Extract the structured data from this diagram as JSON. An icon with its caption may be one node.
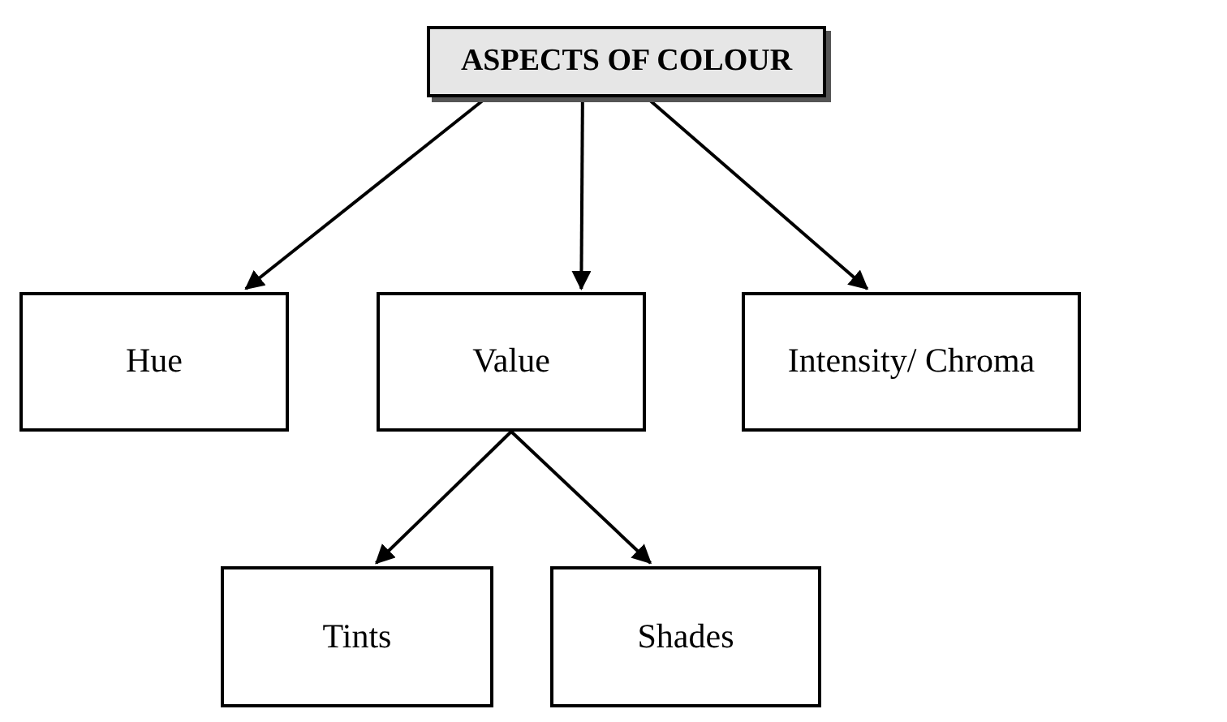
{
  "diagram": {
    "nodes": [
      {
        "text": [
          "ASPECTS OF COLOUR"
        ]
      },
      {
        "text": [
          "Hue"
        ]
      },
      {
        "text": [
          "Value"
        ]
      },
      {
        "text": [
          "Intensity/ Chroma"
        ]
      },
      {
        "text": [
          "Tints"
        ]
      },
      {
        "text": [
          "Shades"
        ]
      }
    ],
    "edges": [
      {
        "from": 0,
        "to": 1,
        "arrow": "to"
      },
      {
        "from": 0,
        "to": 2,
        "arrow": "to"
      },
      {
        "from": 0,
        "to": 3,
        "arrow": "to"
      },
      {
        "from": 2,
        "to": 4,
        "arrow": "to"
      },
      {
        "from": 2,
        "to": 5,
        "arrow": "to"
      }
    ]
  }
}
